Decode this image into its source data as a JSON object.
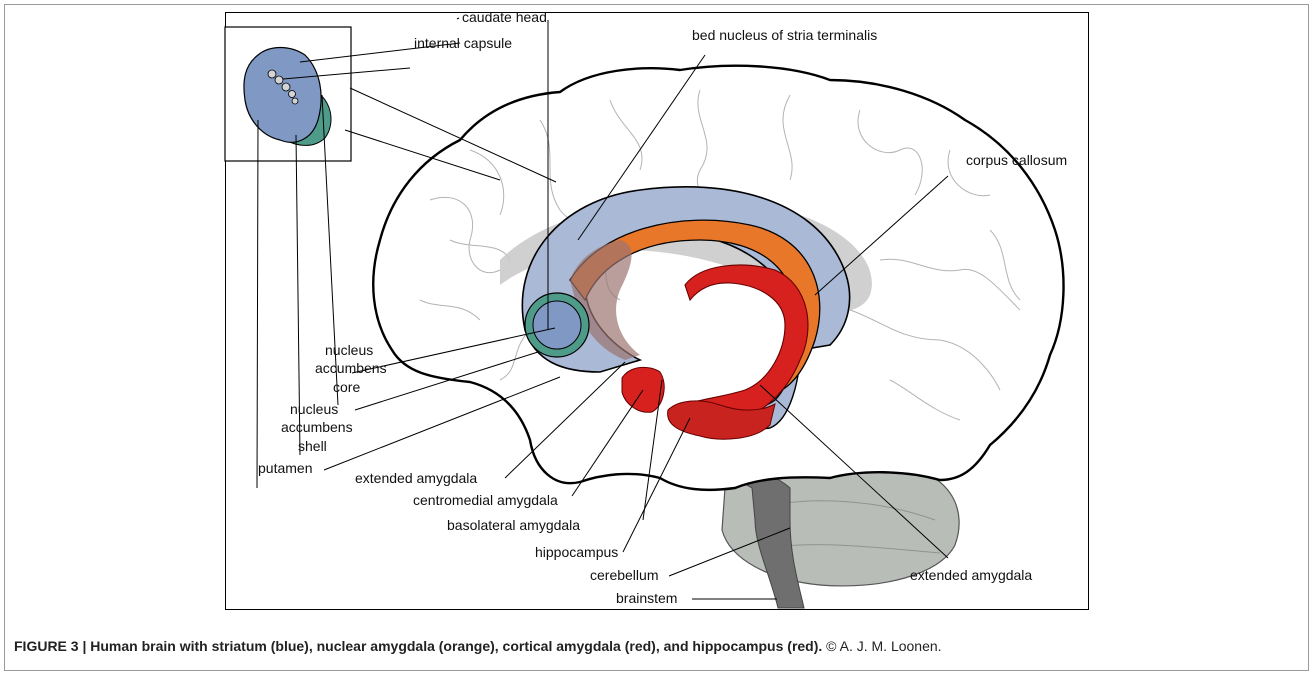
{
  "labels": {
    "caudate_head": "caudate head",
    "internal_capsule": "internal capsule",
    "bed_nucleus": "bed nucleus of stria terminalis",
    "corpus_callosum": "corpus callosum",
    "nac_core": [
      "nucleus",
      "accumbens",
      "core"
    ],
    "nac_shell": [
      "nucleus",
      "accumbens",
      "shell"
    ],
    "putamen": "putamen",
    "extended_amygdala_left": "extended amygdala",
    "centromedial_amygdala": "centromedial amygdala",
    "basolateral_amygdala": "basolateral amygdala",
    "hippocampus": "hippocampus",
    "cerebellum": "cerebellum",
    "brainstem": "brainstem",
    "extended_amygdala_right": "extended amygdala"
  },
  "caption": {
    "bold": "FIGURE 3 | Human brain with striatum (blue), nuclear amygdala (orange), cortical amygdala (red), and hippocampus (red).",
    "credit": " © A. J. M. Loonen."
  },
  "colors": {
    "striatum": "#a9b9d6",
    "striatum_dark": "#7f99c4",
    "nuclear_amygdala": "#e8772a",
    "cortical_amygdala": "#d7211f",
    "hippocampus": "#c9231f",
    "accumbens_shell": "#4f9b8a",
    "brain_outline": "#000000",
    "corpus_callosum": "#c8c8c8",
    "cerebellum": "#b8bdb8",
    "brainstem": "#6f6f6f"
  }
}
